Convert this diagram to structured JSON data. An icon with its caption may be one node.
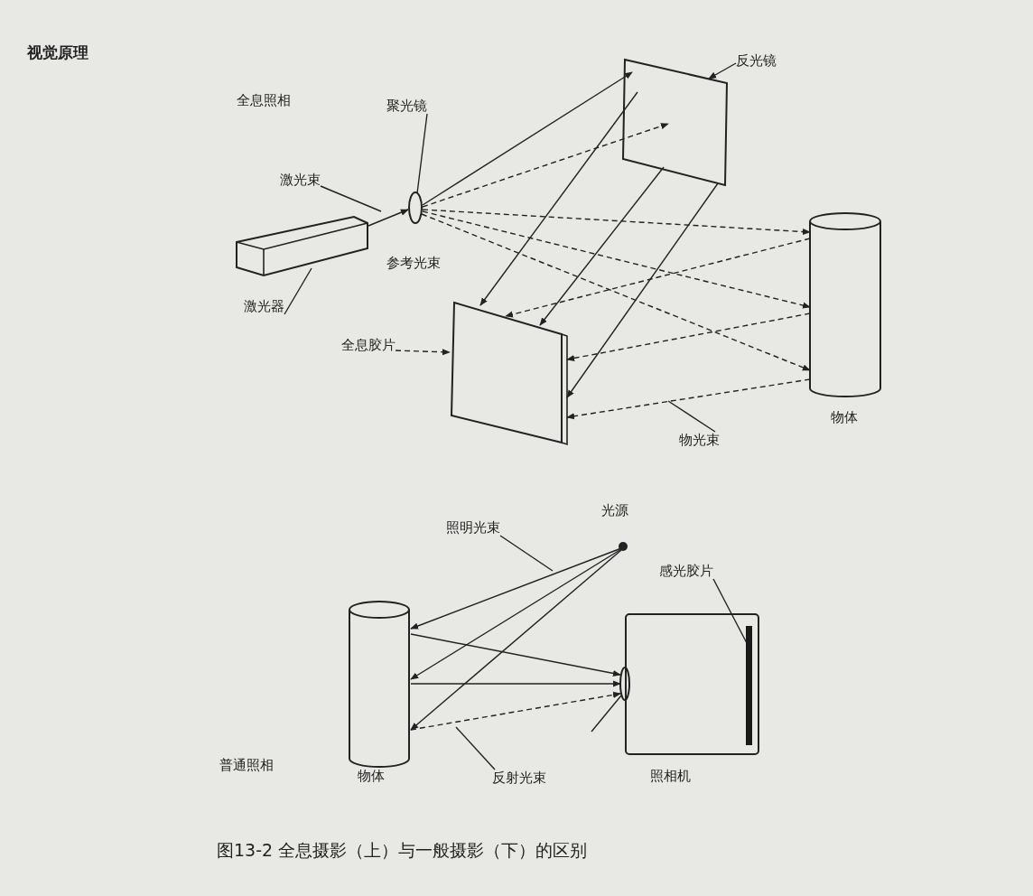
{
  "diagram": {
    "caption": "图13-2 全息摄影（上）与一般摄影（下）的区别",
    "nodes": [
      {
        "text": [
          "激光器"
        ]
      },
      {
        "text": [],
        "shape": "box"
      },
      {
        "text": [
          "激光束"
        ]
      },
      {
        "text": [
          "聚光镜"
        ]
      },
      {
        "text": [],
        "shape": "ellipse"
      },
      {
        "text": [
          "反光镜"
        ]
      },
      {
        "text": [],
        "shape": "box"
      },
      {
        "text": [
          "全息胶片"
        ]
      },
      {
        "text": [],
        "shape": "box"
      },
      {
        "text": [],
        "shape": "cylinder",
        "beside": [
          "物体"
        ]
      },
      {
        "text": [
          "物光束"
        ]
      },
      {
        "text": [],
        "shape": "circle",
        "beside": [
          "光源"
        ]
      },
      {
        "text": [
          "照明光束"
        ]
      },
      {
        "text": [],
        "shape": "cylinder",
        "beside": [
          "物体"
        ]
      },
      {
        "text": [],
        "shape": "box",
        "beside": [
          "照相机"
        ]
      },
      {
        "text": [],
        "shape": "ellipse"
      },
      {
        "text": [],
        "shape": "bar",
        "in": 14
      },
      {
        "text": [
          "感光胶片"
        ]
      },
      {
        "text": [
          "反射光束"
        ]
      }
    ],
    "edges": [
      {
        "from": 0,
        "to": 1,
        "arrow": "none"
      },
      {
        "from": 2,
        "to": null,
        "arrow": "none"
      },
      {
        "from": 3,
        "to": 4,
        "arrow": "none"
      },
      {
        "from": 5,
        "to": 6,
        "arrow": "to"
      },
      {
        "from": 7,
        "to": 8,
        "arrow": "to",
        "style": "dashed"
      },
      {
        "from": 10,
        "to": null,
        "arrow": "none"
      },
      {
        "from": 12,
        "to": null,
        "arrow": "none"
      },
      {
        "from": 17,
        "to": 16,
        "arrow": "none"
      },
      {
        "from": 18,
        "to": null,
        "arrow": "none"
      },
      {
        "from": null,
        "to": 15,
        "arrow": "none"
      },
      {
        "from": 1,
        "to": 4,
        "arrow": "to"
      },
      {
        "from": 4,
        "to": 6,
        "arrow": "to"
      },
      {
        "from": 4,
        "to": 6,
        "arrow": "to",
        "style": "dashed"
      },
      {
        "from": 6,
        "to": 8,
        "arrow": "to"
      },
      {
        "from": 6,
        "to": 8,
        "arrow": "to"
      },
      {
        "from": 6,
        "to": 8,
        "arrow": "to"
      },
      {
        "from": 4,
        "to": 9,
        "arrow": "to",
        "style": "dashed"
      },
      {
        "from": 4,
        "to": 9,
        "arrow": "to",
        "style": "dashed"
      },
      {
        "from": 4,
        "to": 9,
        "arrow": "to",
        "style": "dashed"
      },
      {
        "from": 9,
        "to": 8,
        "arrow": "to",
        "style": "dashed"
      },
      {
        "from": 9,
        "to": 8,
        "arrow": "to",
        "style": "dashed"
      },
      {
        "from": 9,
        "to": 8,
        "arrow": "to",
        "style": "dashed"
      },
      {
        "from": 11,
        "to": 13,
        "arrow": "to"
      },
      {
        "from": 11,
        "to": 13,
        "arrow": "to"
      },
      {
        "from": 11,
        "to": 13,
        "arrow": "to"
      },
      {
        "from": 13,
        "to": 15,
        "arrow": "to"
      },
      {
        "from": 13,
        "to": 15,
        "arrow": "to"
      },
      {
        "from": 13,
        "to": 15,
        "arrow": "to",
        "style": "dashed"
      }
    ],
    "labels": [
      "视觉原理",
      "全息照相",
      "参考光束",
      "普通照相"
    ]
  }
}
